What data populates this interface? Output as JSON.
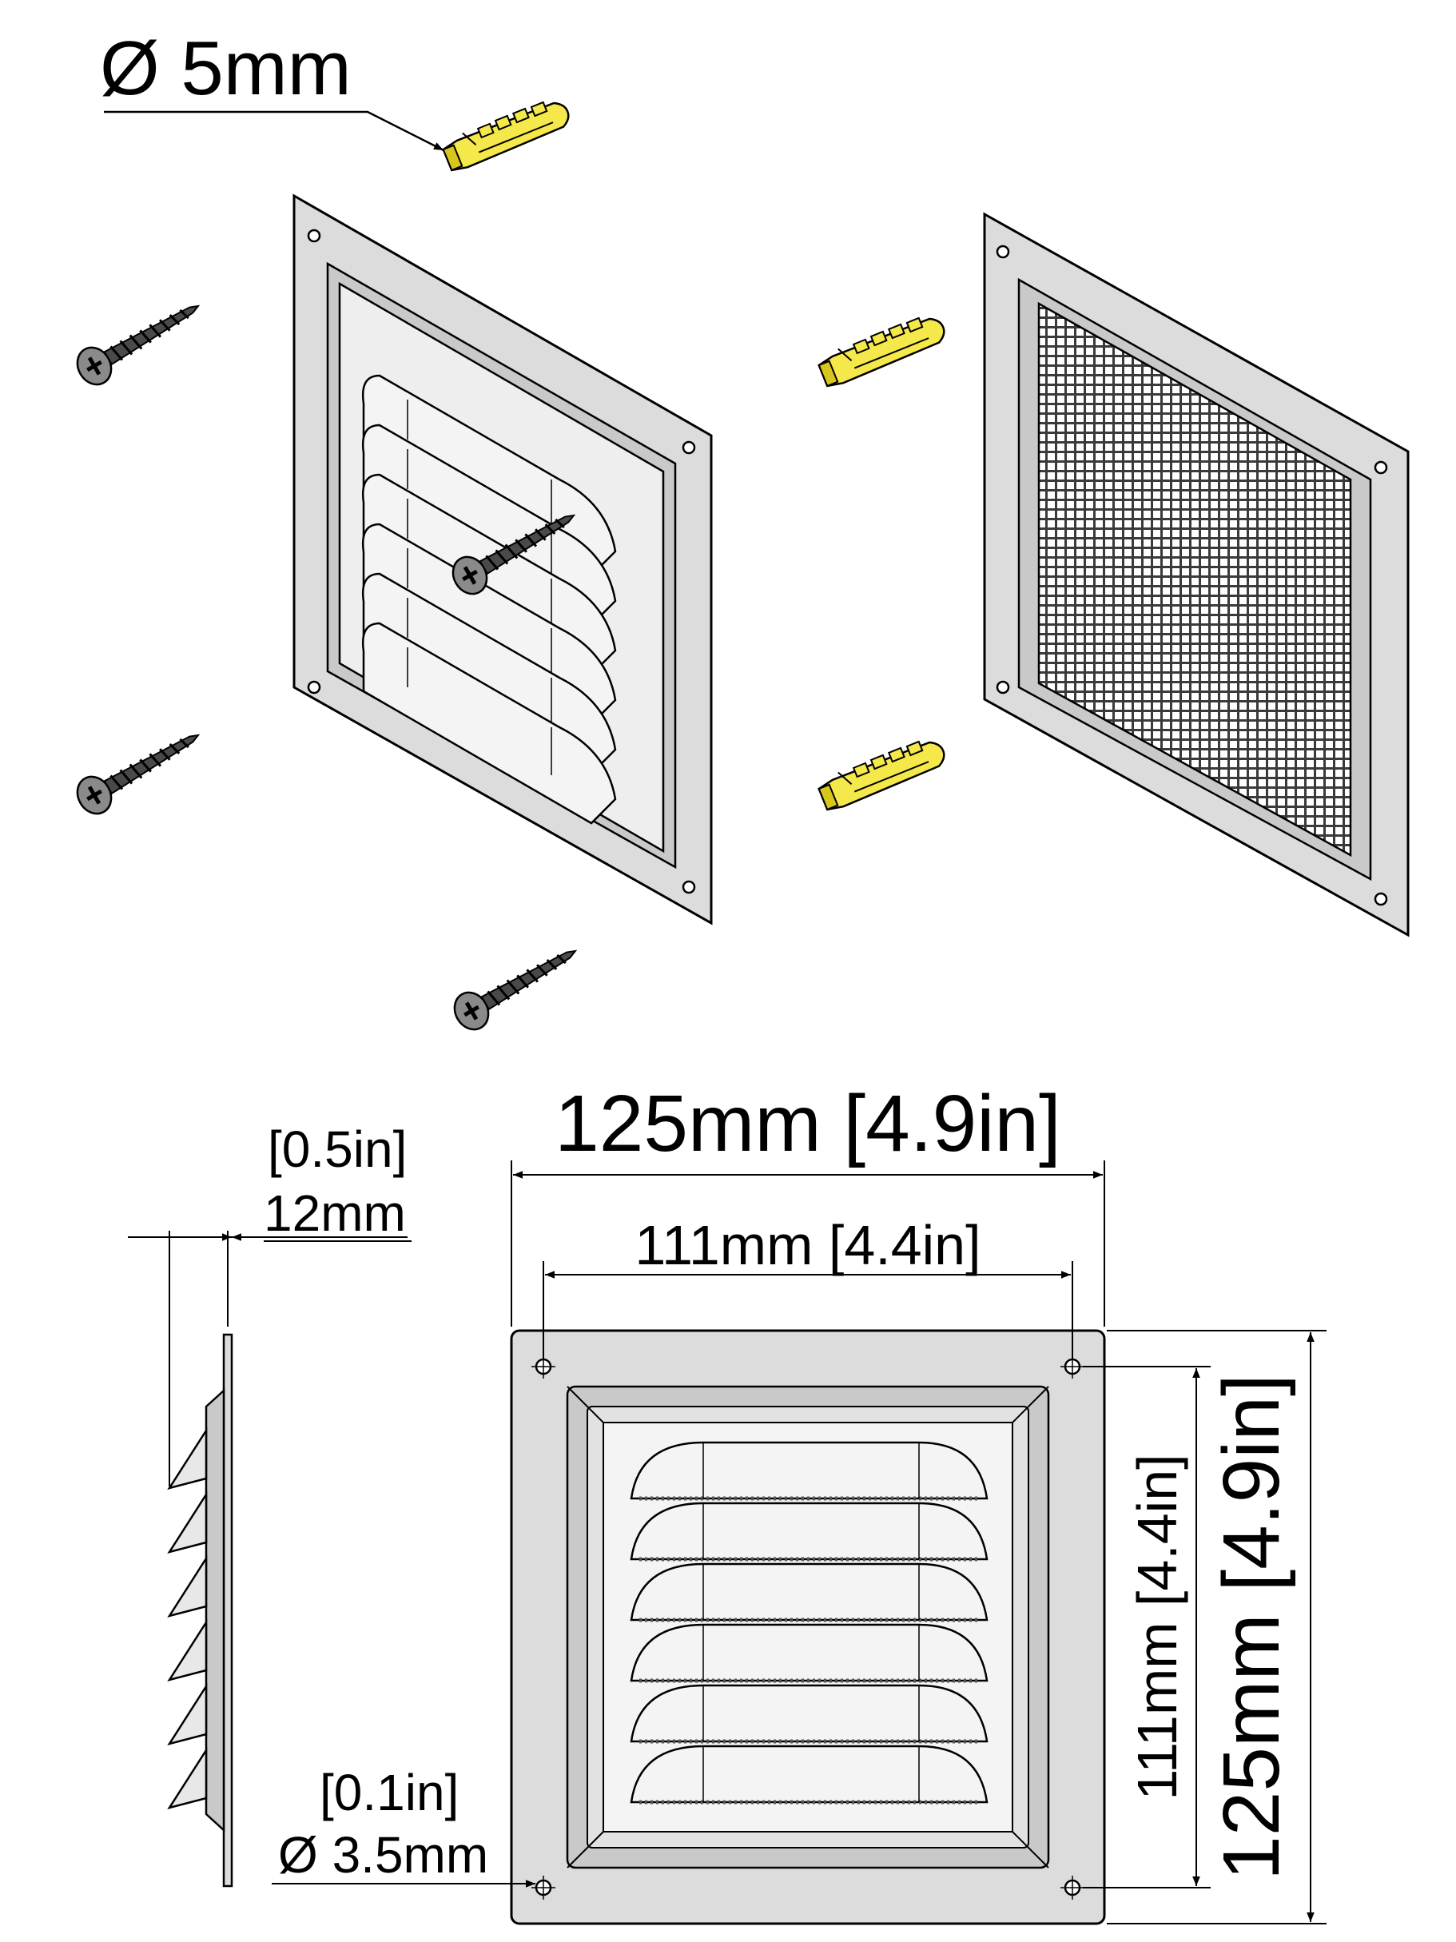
{
  "labels": {
    "anchor_diameter": "Ø 5mm",
    "overall_width": "125mm [4.9in]",
    "inner_width": "111mm [4.4in]",
    "overall_height": "125mm [4.9in]",
    "inner_height": "111mm [4.4in]",
    "depth_in": "[0.5in]",
    "depth_mm": "12mm",
    "hole_in": "[0.1in]",
    "hole_mm": "Ø 3.5mm"
  },
  "colors": {
    "plate": "#dcdcdc",
    "plate_dark": "#c4c4c4",
    "louver": "#f4f4f4",
    "anchor": "#f5e84a",
    "anchor_dark": "#d7c71c",
    "mesh": "#3a3a3a",
    "screw": "#5a5a5a",
    "line": "#000000"
  },
  "views": {
    "louver_count": 6,
    "parts": [
      "louvered-grille",
      "mesh-grille",
      "wall-anchor",
      "screw"
    ]
  }
}
